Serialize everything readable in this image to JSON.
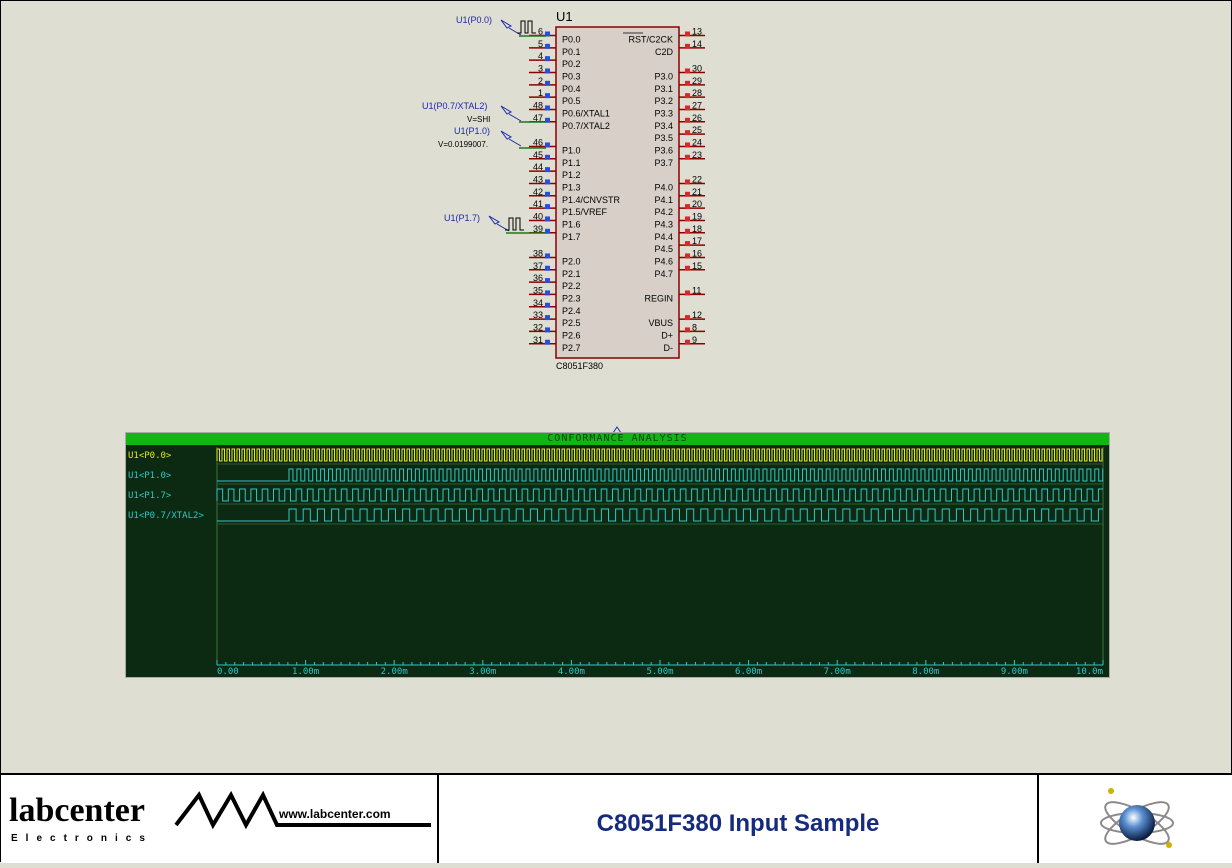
{
  "component": {
    "ref": "U1",
    "part": "C8051F380",
    "left_pins": [
      {
        "num": "6",
        "name": "P0.0"
      },
      {
        "num": "5",
        "name": "P0.1"
      },
      {
        "num": "4",
        "name": "P0.2"
      },
      {
        "num": "3",
        "name": "P0.3"
      },
      {
        "num": "2",
        "name": "P0.4"
      },
      {
        "num": "1",
        "name": "P0.5"
      },
      {
        "num": "48",
        "name": "P0.6/XTAL1"
      },
      {
        "num": "47",
        "name": "P0.7/XTAL2"
      },
      {
        "num": "46",
        "name": "P1.0"
      },
      {
        "num": "45",
        "name": "P1.1"
      },
      {
        "num": "44",
        "name": "P1.2"
      },
      {
        "num": "43",
        "name": "P1.3"
      },
      {
        "num": "42",
        "name": "P1.4/CNVSTR"
      },
      {
        "num": "41",
        "name": "P1.5/VREF"
      },
      {
        "num": "40",
        "name": "P1.6"
      },
      {
        "num": "39",
        "name": "P1.7"
      },
      {
        "num": "38",
        "name": "P2.0"
      },
      {
        "num": "37",
        "name": "P2.1"
      },
      {
        "num": "36",
        "name": "P2.2"
      },
      {
        "num": "35",
        "name": "P2.3"
      },
      {
        "num": "34",
        "name": "P2.4"
      },
      {
        "num": "33",
        "name": "P2.5"
      },
      {
        "num": "32",
        "name": "P2.6"
      },
      {
        "num": "31",
        "name": "P2.7"
      }
    ],
    "right_pins": [
      {
        "num": "13",
        "name": "RST/C2CK"
      },
      {
        "num": "14",
        "name": "C2D"
      },
      {
        "num": "30",
        "name": "P3.0"
      },
      {
        "num": "29",
        "name": "P3.1"
      },
      {
        "num": "28",
        "name": "P3.2"
      },
      {
        "num": "27",
        "name": "P3.3"
      },
      {
        "num": "26",
        "name": "P3.4"
      },
      {
        "num": "25",
        "name": "P3.5"
      },
      {
        "num": "24",
        "name": "P3.6"
      },
      {
        "num": "23",
        "name": "P3.7"
      },
      {
        "num": "22",
        "name": "P4.0"
      },
      {
        "num": "21",
        "name": "P4.1"
      },
      {
        "num": "20",
        "name": "P4.2"
      },
      {
        "num": "19",
        "name": "P4.3"
      },
      {
        "num": "18",
        "name": "P4.4"
      },
      {
        "num": "17",
        "name": "P4.5"
      },
      {
        "num": "16",
        "name": "P4.6"
      },
      {
        "num": "15",
        "name": "P4.7"
      },
      {
        "num": "11",
        "name": "REGIN"
      },
      {
        "num": "12",
        "name": "VBUS"
      },
      {
        "num": "8",
        "name": "D+"
      },
      {
        "num": "9",
        "name": "D-"
      }
    ]
  },
  "probes": [
    {
      "label": "U1(P0.0)",
      "kind": "digital"
    },
    {
      "label": "U1(P0.7/XTAL2)",
      "value": "V=SHI",
      "kind": "voltage"
    },
    {
      "label": "U1(P1.0)",
      "value": "V=0.0199007.",
      "kind": "voltage"
    },
    {
      "label": "U1(P1.7)",
      "kind": "digital"
    }
  ],
  "graph": {
    "title": "CONFORMANCE ANALYSIS",
    "traces": [
      {
        "label": "U1<P0.0>",
        "color": "#e6e61c"
      },
      {
        "label": "U1<P1.0>",
        "color": "#2fc6c6"
      },
      {
        "label": "U1<P1.7>",
        "color": "#2fc6c6"
      },
      {
        "label": "U1<P0.7/XTAL2>",
        "color": "#2fc6c6"
      }
    ],
    "x_ticks": [
      "0.00",
      "1.00m",
      "2.00m",
      "3.00m",
      "4.00m",
      "5.00m",
      "6.00m",
      "7.00m",
      "8.00m",
      "9.00m",
      "10.0m"
    ]
  },
  "titleblock": {
    "logo_text": "labcenter",
    "logo_sub": "Electronics",
    "logo_url": "www.labcenter.com",
    "title": "C8051F380 Input Sample"
  },
  "colors": {
    "sheet_bg": "#deded3",
    "chip_fill": "#d8d0c8",
    "chip_border": "#8a0000",
    "pin_line": "#8a0000",
    "pin_marker_left": "#2a4fd6",
    "pin_marker_right": "#d62a2a",
    "graph_bg": "#0c2a12",
    "graph_header": "#0fb810"
  }
}
